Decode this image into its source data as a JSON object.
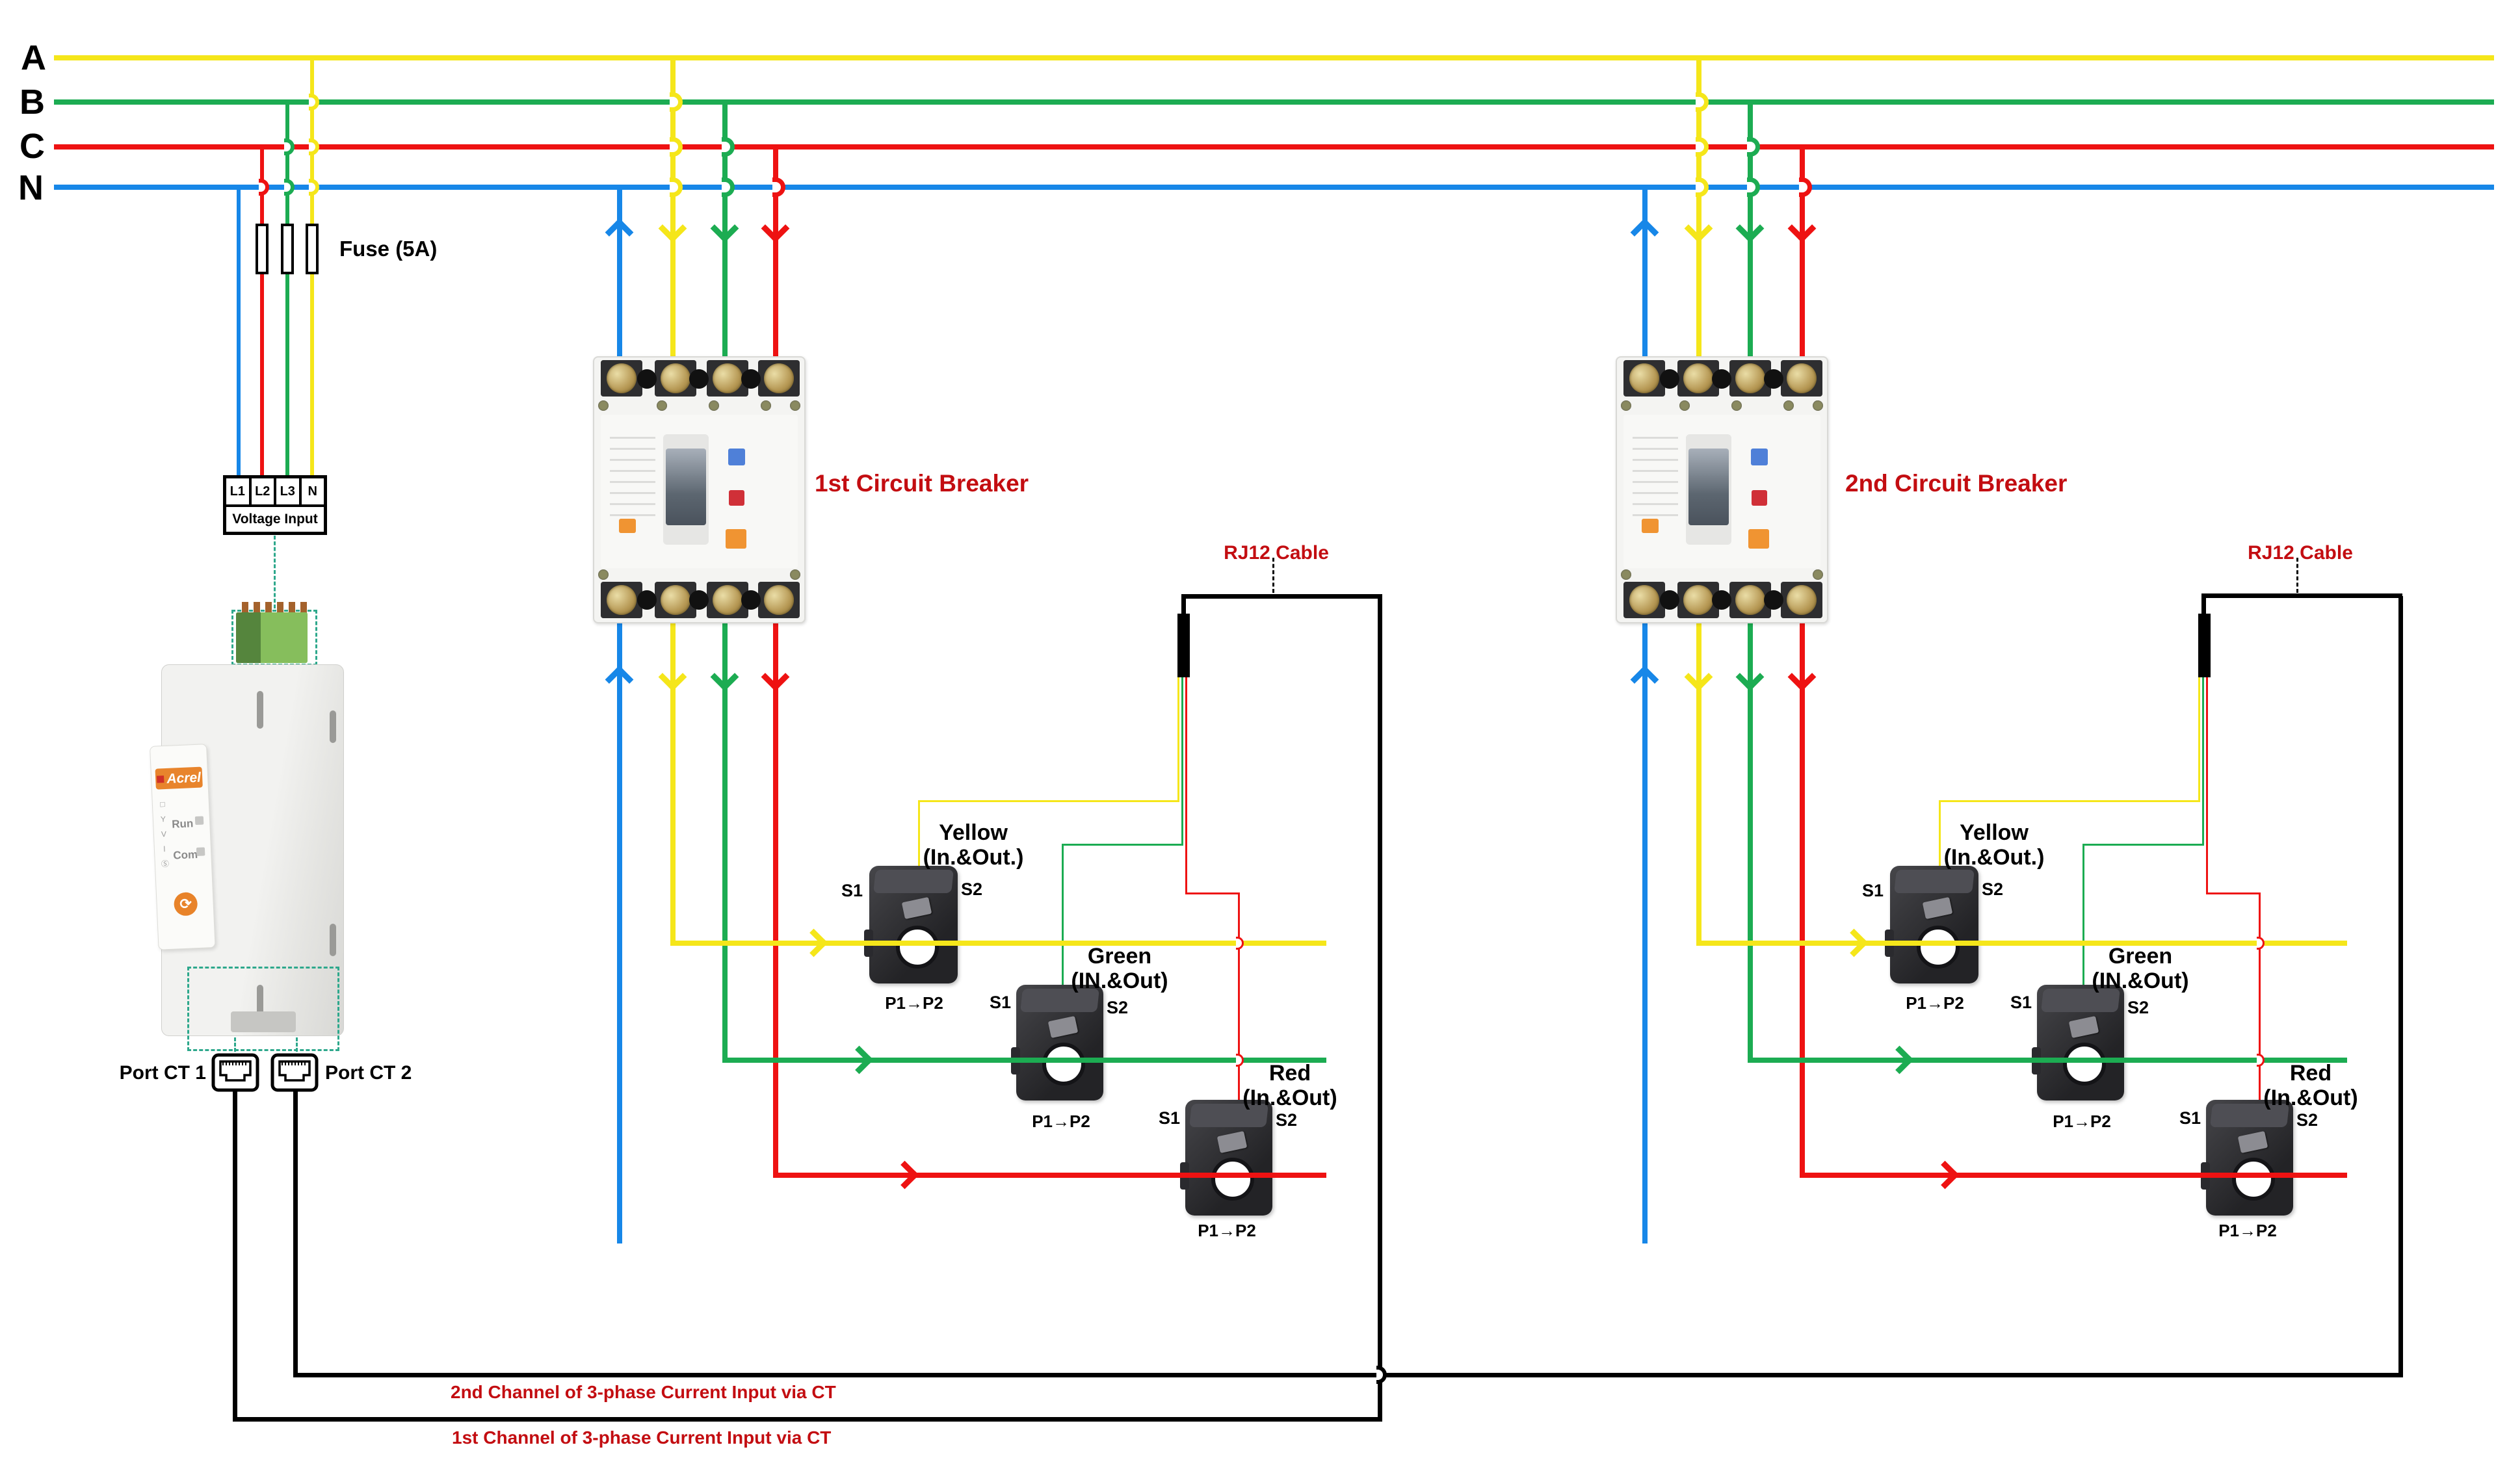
{
  "buses": {
    "a": "A",
    "b": "B",
    "c": "C",
    "n": "N"
  },
  "fuse": {
    "label": "Fuse (5A)"
  },
  "voltage_input": {
    "cells": [
      "L1",
      "L2",
      "L3",
      "N"
    ],
    "caption": "Voltage Input"
  },
  "meter": {
    "brand": "Acrel",
    "run": "Run",
    "com": "Com",
    "port_ct_1": "Port CT 1",
    "port_ct_2": "Port CT 2"
  },
  "breakers": [
    {
      "label": "1st Circuit Breaker"
    },
    {
      "label": "2nd Circuit Breaker"
    }
  ],
  "rj12": {
    "label": "RJ12 Cable"
  },
  "ct": {
    "s1": "S1",
    "s2": "S2",
    "p1p2": "P1→P2",
    "yellow": {
      "line1": "Yellow",
      "line2": "(In.&Out.)"
    },
    "green": {
      "line1": "Green",
      "line2": "(IN.&Out)"
    },
    "red": {
      "line1": "Red",
      "line2": "(In.&Out)"
    }
  },
  "channels": {
    "second": "2nd Channel of 3-phase Current Input via CT",
    "first": "1st Channel of 3-phase Current Input via CT"
  },
  "colors": {
    "phase_a_yellow": "#F5E61A",
    "phase_b_green": "#1CAC52",
    "phase_c_red": "#EE1212",
    "neutral_blue": "#1787E8",
    "annotation_red": "#C30D11",
    "dashed_teal": "#2EA88C",
    "cable_black": "#000000"
  }
}
